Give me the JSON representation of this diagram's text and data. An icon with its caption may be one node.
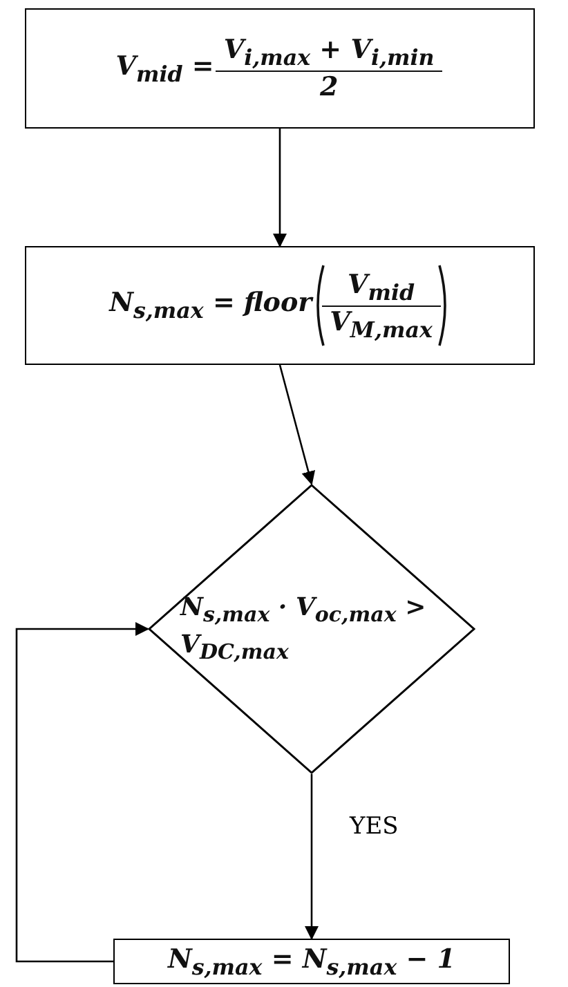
{
  "diagram": {
    "nodes": [
      {
        "text": [
          "V$_{mid}$ =",
          "V$_{i,max}$ + V$_{i,min}$",
          "2"
        ]
      },
      {
        "text": [
          "N$_{s,max}$ = floor",
          "V$_{mid}$",
          "V$_{M,max}$"
        ]
      },
      {
        "text": [
          "N$_{s,max}$ · V$_{oc,max}$ > V$_{DC,max}$"
        ]
      },
      {
        "text": [
          "N$_{s,max}$ = N$_{s,max}$ − 1"
        ]
      }
    ],
    "edges": [
      {
        "from": 0,
        "to": 1,
        "arrow": "to"
      },
      {
        "from": 1,
        "to": 2,
        "arrow": "to"
      },
      {
        "from": 2,
        "to": 3,
        "arrow": "to",
        "label": "YES"
      },
      {
        "from": 3,
        "to": 2,
        "arrow": "to"
      }
    ]
  }
}
